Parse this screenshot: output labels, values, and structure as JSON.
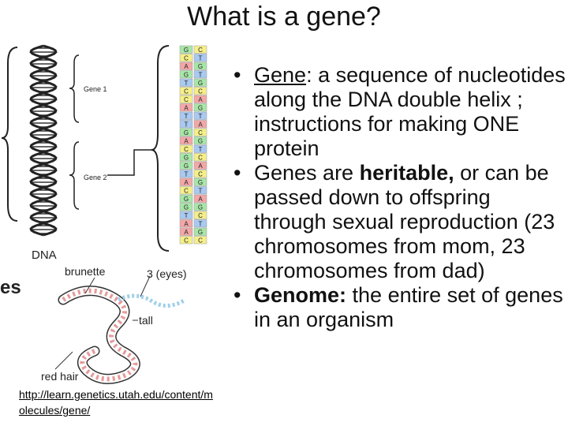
{
  "title": "What is a gene?",
  "figure": {
    "dna_label": "DNA",
    "gene1_label": "Gene 1",
    "gene2_label": "Gene 2",
    "partial_label": "es",
    "bases": [
      "G",
      "C",
      "A",
      "G",
      "T",
      "C",
      "C",
      "A",
      "T",
      "T",
      "G",
      "A",
      "C",
      "G",
      "G",
      "T",
      "A",
      "C",
      "G",
      "G",
      "T",
      "A",
      "A",
      "C",
      "C",
      "T",
      "G",
      "T",
      "G",
      "C",
      "A",
      "G",
      "T",
      "A",
      "C",
      "G",
      "T",
      "C",
      "A",
      "C",
      "G",
      "T",
      "A",
      "G",
      "C",
      "T",
      "G",
      "C"
    ],
    "base_colors": {
      "A": "#f2a7a7",
      "C": "#f5ef8a",
      "G": "#a8e6a8",
      "T": "#a9c9f0"
    },
    "brunette_label": "brunette",
    "eyes_label": "3 (eyes)",
    "tall_label": "tall",
    "red_hair_label": "red hair"
  },
  "bullets": [
    {
      "lead": "Gene",
      "lead_style": "underline",
      "rest": ": a sequence of nucleotides along the DNA double helix ; instructions for making ONE protein"
    },
    {
      "pre": "Genes are ",
      "bold": "heritable,",
      "post": " or can be passed down to offspring through sexual reproduction (23 chromosomes from mom, 23 chromosomes from dad)"
    },
    {
      "lead": "Genome:",
      "lead_style": "bold",
      "rest": " the entire set of genes in an organism"
    }
  ],
  "link": "http://learn.genetics.utah.edu/content/molecules/gene/"
}
